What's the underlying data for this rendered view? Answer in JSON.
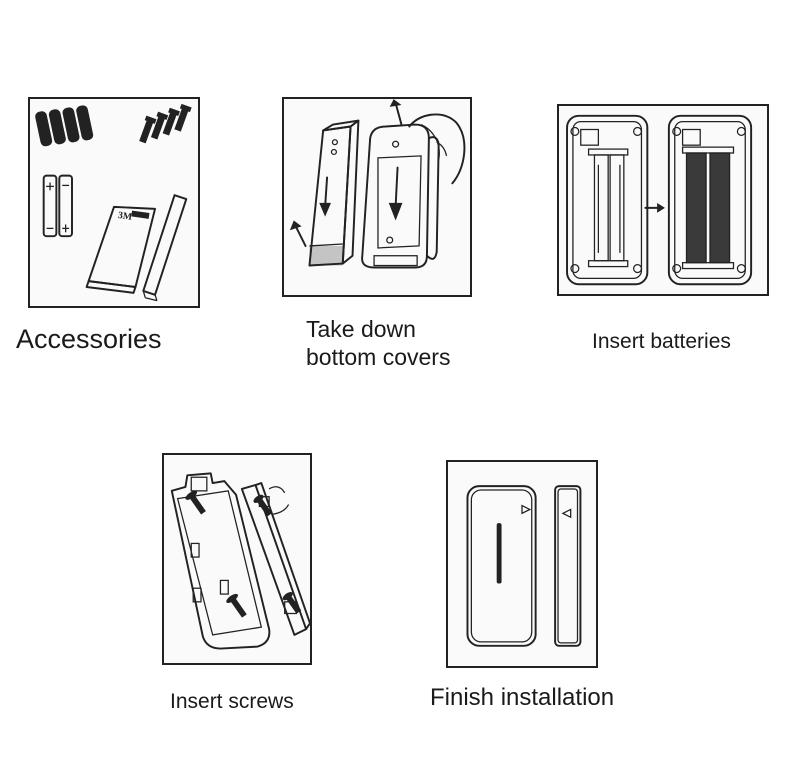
{
  "steps": [
    {
      "caption": "Accessories"
    },
    {
      "caption_line1": "Take down",
      "caption_line2": "bottom covers"
    },
    {
      "caption": "Insert  batteries"
    },
    {
      "caption": "Insert screws"
    },
    {
      "caption": "Finish installation"
    }
  ],
  "labels": {
    "tape_label": "3M"
  },
  "colors": {
    "ink": "#222222",
    "paper": "#ffffff",
    "battery_fill": "#3a3a3a"
  },
  "icons": [
    "battery-icon",
    "screw-icon",
    "double-sided-tape-icon",
    "magnet-strip-icon",
    "sensor-body-icon",
    "battery-compartment-icon",
    "arrow-icon"
  ]
}
